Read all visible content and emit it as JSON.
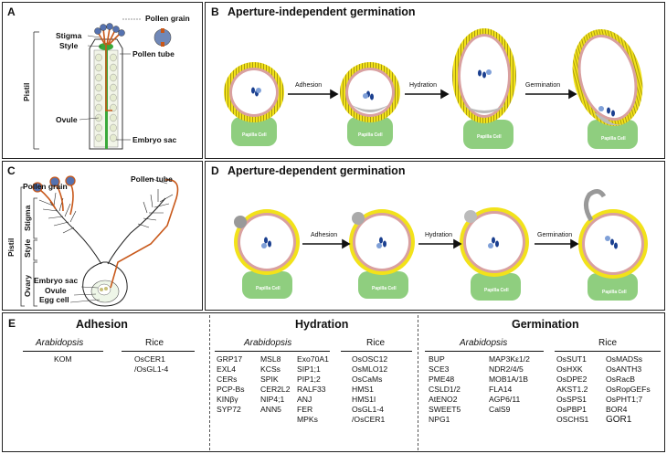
{
  "panelA": {
    "letter": "A",
    "labels": {
      "pollen_grain": "Pollen grain",
      "stigma": "Stigma",
      "style": "Style",
      "pollen_tube": "Pollen tube",
      "pistil": "Pistil",
      "ovule": "Ovule",
      "embryo_sac": "Embryo sac"
    }
  },
  "panelB": {
    "letter": "B",
    "title": "Aperture-independent germination",
    "steps": [
      "Adhesion",
      "Hydration",
      "Germination"
    ],
    "cell_label": "Papilla Cell"
  },
  "panelC": {
    "letter": "C",
    "labels": {
      "pollen_grain": "Pollen grain",
      "pollen_tube": "Pollen tube",
      "stigma": "Stigma",
      "style": "Style",
      "pistil": "Pistil",
      "ovary": "Ovary",
      "embryo_sac": "Embryo sac",
      "ovule": "Ovule",
      "egg_cell": "Egg cell"
    }
  },
  "panelD": {
    "letter": "D",
    "title": "Aperture-dependent germination",
    "steps": [
      "Adhesion",
      "Hydration",
      "Germination"
    ],
    "cell_label": "Papilla Cell"
  },
  "panelE": {
    "letter": "E",
    "adhesion": {
      "title": "Adhesion",
      "arabidopsis_label": "Arabidopsis",
      "rice_label": "Rice",
      "arabidopsis": [
        "KOM"
      ],
      "rice": [
        "OsCER1",
        "/OsGL1-4"
      ]
    },
    "hydration": {
      "title": "Hydration",
      "arabidopsis_label": "Arabidopsis",
      "rice_label": "Rice",
      "arabidopsis_col1": [
        "GRP17",
        "EXL4",
        "CERs",
        "PCP-Bs",
        "KINβγ",
        "SYP72"
      ],
      "arabidopsis_col2": [
        "MSL8",
        "KCSs",
        "SPIK",
        "CER2L2",
        "NIP4;1",
        "ANN5"
      ],
      "arabidopsis_col3": [
        "Exo70A1",
        "SIP1;1",
        "PIP1;2",
        "RALF33",
        "ANJ",
        "FER",
        "MPKs"
      ],
      "rice": [
        "OsOSC12",
        "OsMLO12",
        "OsCaMs",
        "HMS1",
        "HMS1I",
        "OsGL1-4",
        "/OsCER1"
      ]
    },
    "germination": {
      "title": "Germination",
      "arabidopsis_label": "Arabidopsis",
      "rice_label": "Rice",
      "arabidopsis_col1": [
        "BUP",
        "SCE3",
        "PME48",
        "CSLD1/2",
        "AtENO2",
        "SWEET5",
        "NPG1"
      ],
      "arabidopsis_col2": [
        "MAP3Kε1/2",
        "NDR2/4/5",
        "MOB1A/1B",
        "FLA14",
        "AGP6/11",
        "CalS9"
      ],
      "rice_col1": [
        "OsSUT1",
        "OsHXK",
        "OsDPE2",
        "AKST1.2",
        "OsSPS1",
        "OsPBP1",
        "OSCHS1"
      ],
      "rice_col2": [
        "OsMADSs",
        "OsANTH3",
        "OsRacB",
        "OsRopGEFs",
        "OsPHT1;7",
        "BOR4",
        "GOR1"
      ]
    }
  },
  "colors": {
    "exine": "#f2e21a",
    "intine": "#d9a0a0",
    "papilla": "#8fce7f",
    "nucleus": "#1a3f8f",
    "tube": "#c8581a"
  }
}
